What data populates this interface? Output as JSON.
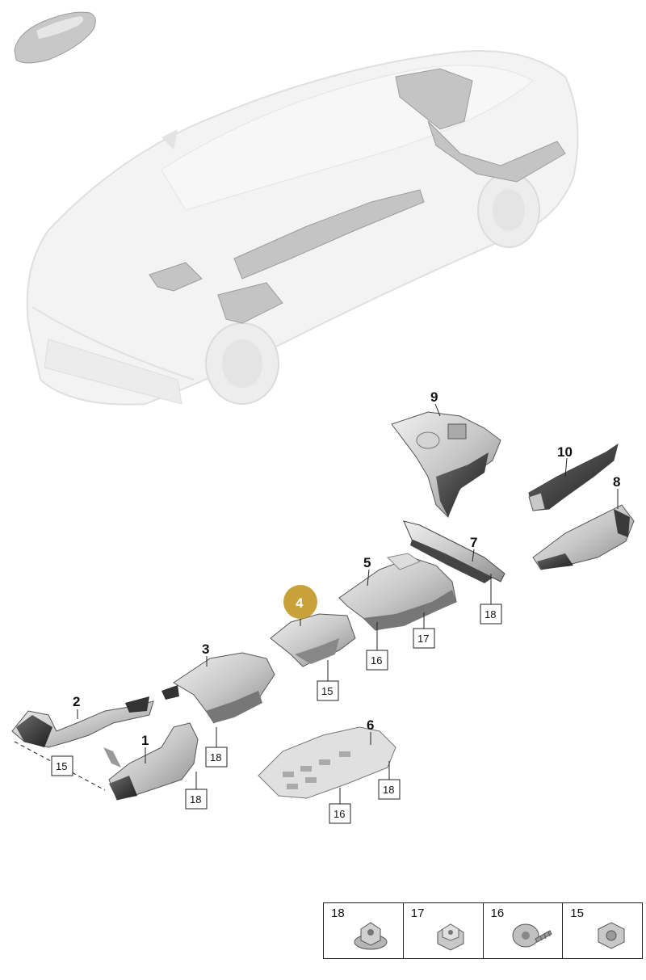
{
  "callouts": {
    "c1": "1",
    "c2": "2",
    "c3": "3",
    "c4": "4",
    "c5": "5",
    "c6": "6",
    "c7": "7",
    "c8": "8",
    "c9": "9",
    "c10": "10"
  },
  "ref_boxes": {
    "b15a": "15",
    "b15b": "15",
    "b16a": "16",
    "b16b": "16",
    "b17": "17",
    "b18a": "18",
    "b18b": "18",
    "b18c": "18",
    "b18d": "18"
  },
  "highlight_color": "#c9a13b",
  "legend": [
    {
      "label": "18",
      "icon": "flange-nut-icon"
    },
    {
      "label": "17",
      "icon": "hex-nut-icon"
    },
    {
      "label": "16",
      "icon": "screw-icon"
    },
    {
      "label": "15",
      "icon": "nut-icon"
    }
  ]
}
